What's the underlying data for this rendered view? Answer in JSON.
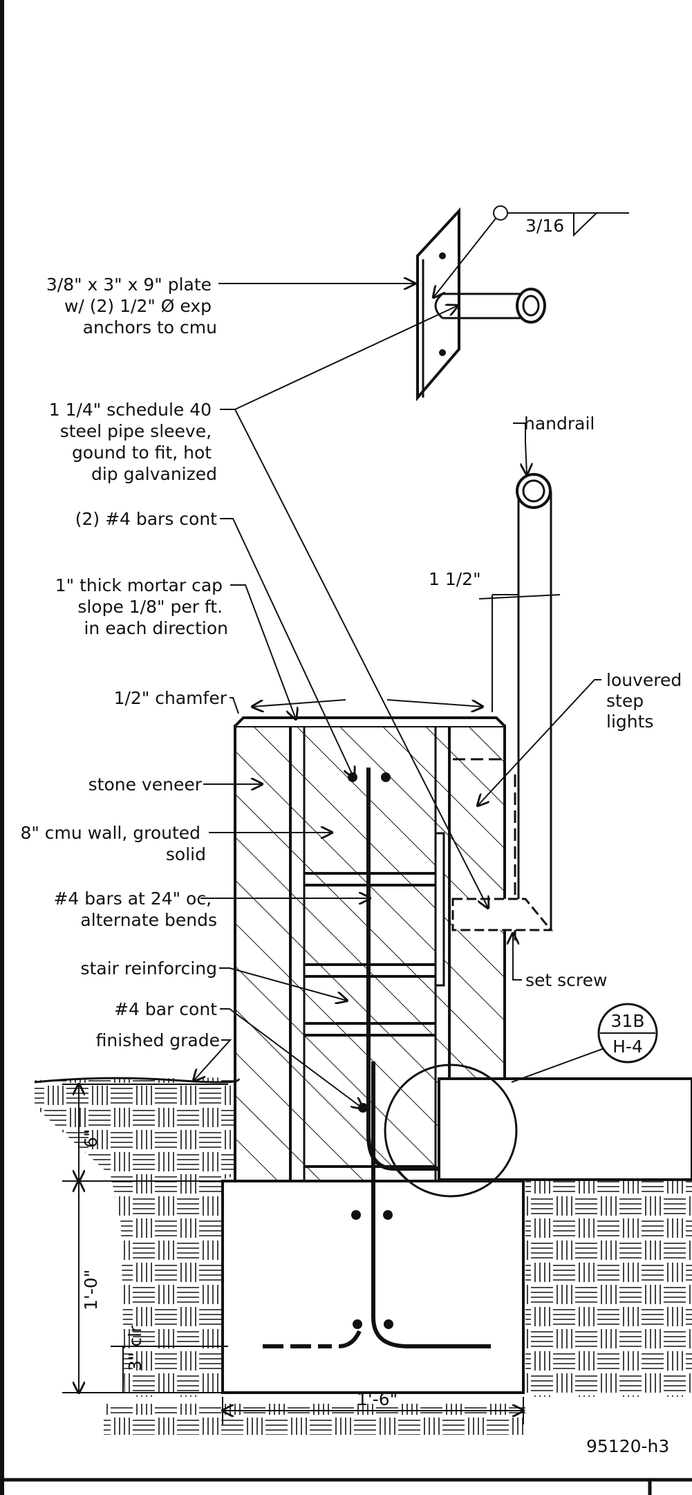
{
  "weld": {
    "size": "3/16"
  },
  "callouts": {
    "plate": [
      "3/8\" x 3\" x 9\" plate",
      "w/ (2) 1/2\" Ø exp",
      "anchors to cmu"
    ],
    "pipe_sleeve": [
      "1 1/4\" schedule 40",
      "steel pipe sleeve,",
      "gound to fit, hot",
      "dip galvanized"
    ],
    "handrail": "handrail",
    "bars_cont": "(2) #4 bars cont",
    "mortar_cap": [
      "1\" thick mortar cap",
      "slope  1/8\" per ft.",
      "in each direction"
    ],
    "chamfer": "1/2\" chamfer",
    "louvered": [
      "louvered",
      "step",
      "lights"
    ],
    "stone_veneer": "stone veneer",
    "cmu_wall": [
      "8\" cmu wall, grouted",
      "solid"
    ],
    "bars_24": [
      "#4 bars at 24\" oc,",
      "alternate bends"
    ],
    "stair_reinf": "stair reinforcing",
    "set_screw": "set screw",
    "bar_cont": "#4 bar cont",
    "finished_grade": "finished grade"
  },
  "dimensions": {
    "rail_offset": "1 1/2\"",
    "grade_depth": "6\"",
    "footing_depth": "1'-0\"",
    "clearance": "3\" clr",
    "footing_width": "1'-6\""
  },
  "detail_ref": {
    "number": "31B",
    "sheet": "H-4"
  },
  "drawing_id": "95120-h3"
}
